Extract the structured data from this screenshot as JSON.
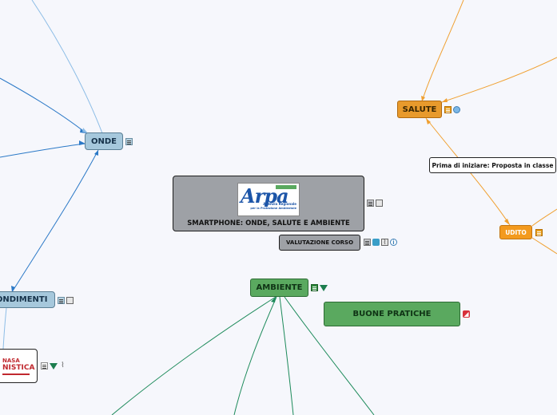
{
  "nodes": {
    "central": {
      "title": "SMARTPHONE: ONDE, SALUTE E AMBIENTE",
      "logo_text": "Arpa",
      "logo_sub1": "Agenzia Regionale",
      "logo_sub2": "per la Protezione Ambientale"
    },
    "valutazione": "VALUTAZIONE CORSO",
    "onde": "ONDE",
    "salute": "SALUTE",
    "udito": "UDITO",
    "prima": "Prima di iniziare: Proposta in classe",
    "ambiente": "AMBIENTE",
    "buone_pratiche": "BUONE PRATICHE",
    "condimenti": "CONDIMENTI",
    "logo_fragment": {
      "line1": "NASA",
      "line2": "NISTICA"
    }
  },
  "colors": {
    "blue_link": "#2b79c7",
    "orange_link": "#f0a030",
    "green_link": "#1c8a5a",
    "central_bg": "#9ea1a6",
    "onde_bg": "#a6c8dc",
    "salute_bg": "#e89a2c",
    "udito_bg": "#f39a1e",
    "ambiente_bg": "#5aa95f",
    "buone_bg": "#5aa95f"
  }
}
